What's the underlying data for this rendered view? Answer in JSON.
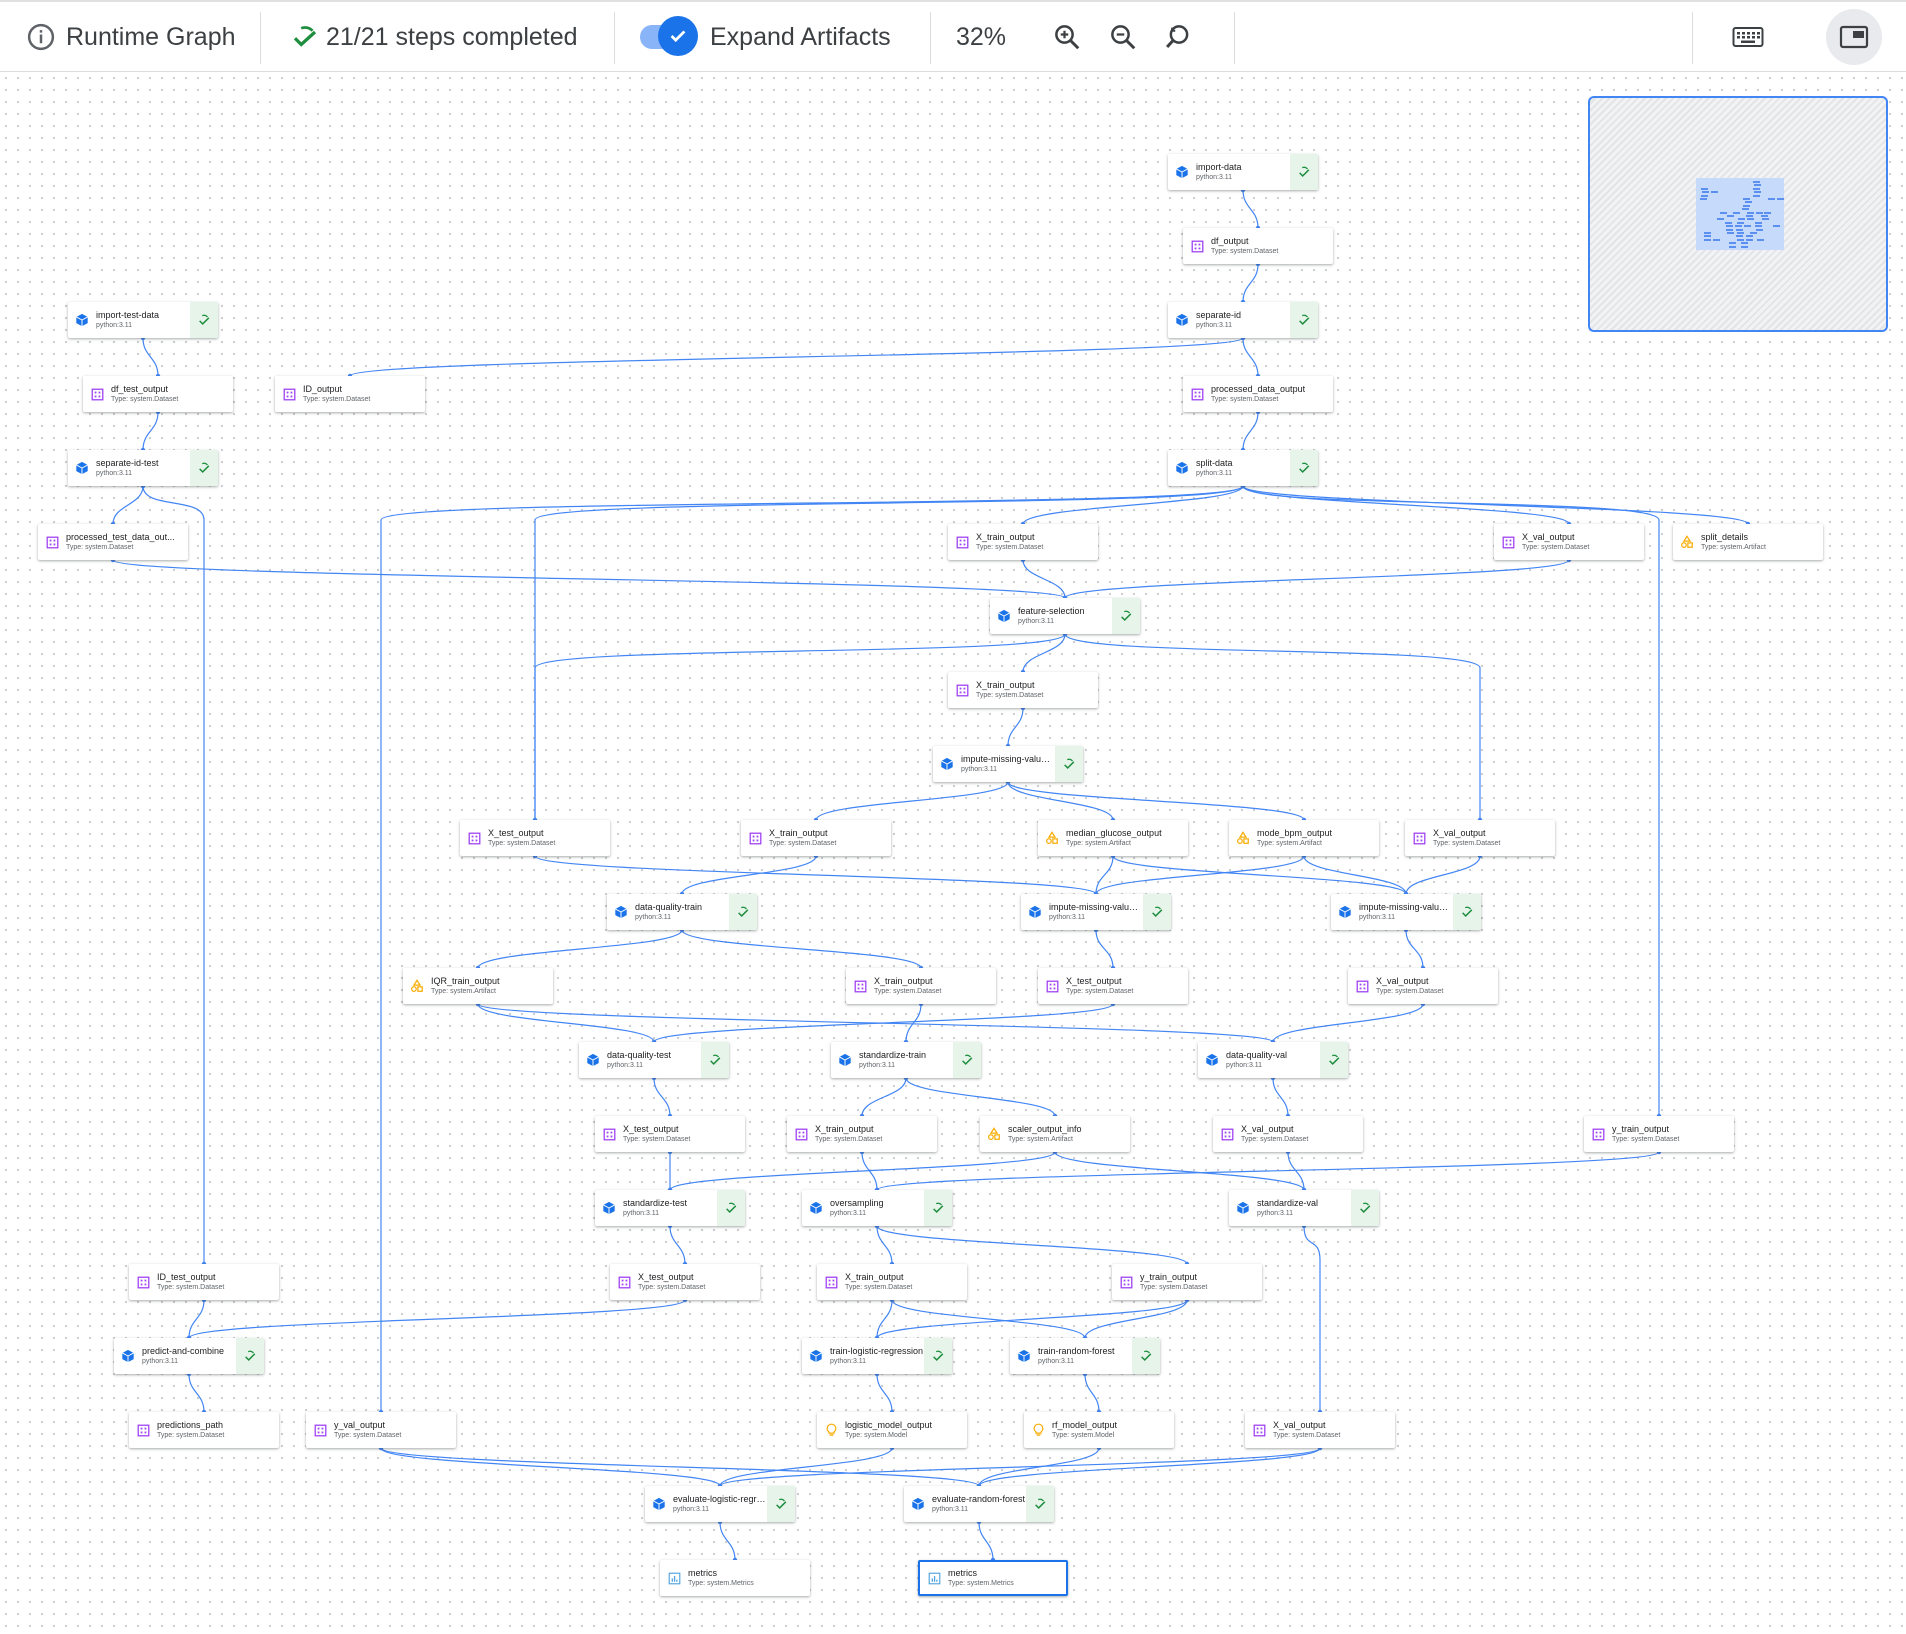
{
  "toolbar": {
    "title": "Runtime Graph",
    "steps_status": "21/21 steps completed",
    "expand_label": "Expand Artifacts",
    "zoom_level": "32%",
    "expand_enabled": true
  },
  "colors": {
    "accent": "#1a73e8",
    "edge": "#4285f4",
    "success": "#1e8e3e",
    "dataset_icon": "#a142f4",
    "artifact_icon": "#f9ab00",
    "status_bg": "#e6f4ea"
  },
  "nodes": [
    {
      "id": "import-data",
      "kind": "exec",
      "label": "import-data",
      "sub": "python:3.11"
    },
    {
      "id": "df_output",
      "kind": "dataset",
      "label": "df_output",
      "sub": "Type: system.Dataset"
    },
    {
      "id": "import-test-data",
      "kind": "exec",
      "label": "import-test-data",
      "sub": "python:3.11"
    },
    {
      "id": "separate-id",
      "kind": "exec",
      "label": "separate-id",
      "sub": "python:3.11"
    },
    {
      "id": "df_test_output",
      "kind": "dataset",
      "label": "df_test_output",
      "sub": "Type: system.Dataset"
    },
    {
      "id": "ID_output",
      "kind": "dataset",
      "label": "ID_output",
      "sub": "Type: system.Dataset"
    },
    {
      "id": "processed_data_output",
      "kind": "dataset",
      "label": "processed_data_output",
      "sub": "Type: system.Dataset"
    },
    {
      "id": "separate-id-test",
      "kind": "exec",
      "label": "separate-id-test",
      "sub": "python:3.11"
    },
    {
      "id": "split-data",
      "kind": "exec",
      "label": "split-data",
      "sub": "python:3.11"
    },
    {
      "id": "processed_test_data_out",
      "kind": "dataset",
      "label": "processed_test_data_out...",
      "sub": "Type: system.Dataset"
    },
    {
      "id": "X_train_output_1",
      "kind": "dataset",
      "label": "X_train_output",
      "sub": "Type: system.Dataset"
    },
    {
      "id": "X_val_output_1",
      "kind": "dataset",
      "label": "X_val_output",
      "sub": "Type: system.Dataset"
    },
    {
      "id": "split_details",
      "kind": "artifact",
      "label": "split_details",
      "sub": "Type: system.Artifact"
    },
    {
      "id": "feature-selection",
      "kind": "exec",
      "label": "feature-selection",
      "sub": "python:3.11"
    },
    {
      "id": "X_train_output_2",
      "kind": "dataset",
      "label": "X_train_output",
      "sub": "Type: system.Dataset"
    },
    {
      "id": "impute-missing-value-train",
      "kind": "exec",
      "label": "impute-missing-value-tra...",
      "sub": "python:3.11"
    },
    {
      "id": "X_test_output_1",
      "kind": "dataset",
      "label": "X_test_output",
      "sub": "Type: system.Dataset"
    },
    {
      "id": "X_train_output_3",
      "kind": "dataset",
      "label": "X_train_output",
      "sub": "Type: system.Dataset"
    },
    {
      "id": "median_glucose_output",
      "kind": "artifact",
      "label": "median_glucose_output",
      "sub": "Type: system.Artifact"
    },
    {
      "id": "mode_bpm_output",
      "kind": "artifact",
      "label": "mode_bpm_output",
      "sub": "Type: system.Artifact"
    },
    {
      "id": "X_val_output_2",
      "kind": "dataset",
      "label": "X_val_output",
      "sub": "Type: system.Dataset"
    },
    {
      "id": "data-quality-train",
      "kind": "exec",
      "label": "data-quality-train",
      "sub": "python:3.11"
    },
    {
      "id": "impute-missing-value-test",
      "kind": "exec",
      "label": "impute-missing-value-test",
      "sub": "python:3.11"
    },
    {
      "id": "impute-missing-value-val",
      "kind": "exec",
      "label": "impute-missing-value-val",
      "sub": "python:3.11"
    },
    {
      "id": "IQR_train_output",
      "kind": "artifact",
      "label": "IQR_train_output",
      "sub": "Type: system.Artifact"
    },
    {
      "id": "X_train_output_4",
      "kind": "dataset",
      "label": "X_train_output",
      "sub": "Type: system.Dataset"
    },
    {
      "id": "X_test_output_2",
      "kind": "dataset",
      "label": "X_test_output",
      "sub": "Type: system.Dataset"
    },
    {
      "id": "X_val_output_3",
      "kind": "dataset",
      "label": "X_val_output",
      "sub": "Type: system.Dataset"
    },
    {
      "id": "data-quality-test",
      "kind": "exec",
      "label": "data-quality-test",
      "sub": "python:3.11"
    },
    {
      "id": "standardize-train",
      "kind": "exec",
      "label": "standardize-train",
      "sub": "python:3.11"
    },
    {
      "id": "data-quality-val",
      "kind": "exec",
      "label": "data-quality-val",
      "sub": "python:3.11"
    },
    {
      "id": "X_test_output_3",
      "kind": "dataset",
      "label": "X_test_output",
      "sub": "Type: system.Dataset"
    },
    {
      "id": "X_train_output_5",
      "kind": "dataset",
      "label": "X_train_output",
      "sub": "Type: system.Dataset"
    },
    {
      "id": "scaler_output_info",
      "kind": "artifact",
      "label": "scaler_output_info",
      "sub": "Type: system.Artifact"
    },
    {
      "id": "X_val_output_4",
      "kind": "dataset",
      "label": "X_val_output",
      "sub": "Type: system.Dataset"
    },
    {
      "id": "y_train_output_1",
      "kind": "dataset",
      "label": "y_train_output",
      "sub": "Type: system.Dataset"
    },
    {
      "id": "standardize-test",
      "kind": "exec",
      "label": "standardize-test",
      "sub": "python:3.11"
    },
    {
      "id": "oversampling",
      "kind": "exec",
      "label": "oversampling",
      "sub": "python:3.11"
    },
    {
      "id": "standardize-val",
      "kind": "exec",
      "label": "standardize-val",
      "sub": "python:3.11"
    },
    {
      "id": "ID_test_output",
      "kind": "dataset",
      "label": "ID_test_output",
      "sub": "Type: system.Dataset"
    },
    {
      "id": "X_test_output_4",
      "kind": "dataset",
      "label": "X_test_output",
      "sub": "Type: system.Dataset"
    },
    {
      "id": "X_train_output_6",
      "kind": "dataset",
      "label": "X_train_output",
      "sub": "Type: system.Dataset"
    },
    {
      "id": "y_train_output_2",
      "kind": "dataset",
      "label": "y_train_output",
      "sub": "Type: system.Dataset"
    },
    {
      "id": "predict-and-combine",
      "kind": "exec",
      "label": "predict-and-combine",
      "sub": "python:3.11"
    },
    {
      "id": "train-logistic-regression",
      "kind": "exec",
      "label": "train-logistic-regression",
      "sub": "python:3.11"
    },
    {
      "id": "train-random-forest",
      "kind": "exec",
      "label": "train-random-forest",
      "sub": "python:3.11"
    },
    {
      "id": "predictions_path",
      "kind": "dataset",
      "label": "predictions_path",
      "sub": "Type: system.Dataset"
    },
    {
      "id": "y_val_output",
      "kind": "dataset",
      "label": "y_val_output",
      "sub": "Type: system.Dataset"
    },
    {
      "id": "logistic_model_output",
      "kind": "model",
      "label": "logistic_model_output",
      "sub": "Type: system.Model"
    },
    {
      "id": "rf_model_output",
      "kind": "model",
      "label": "rf_model_output",
      "sub": "Type: system.Model"
    },
    {
      "id": "X_val_output_5",
      "kind": "dataset",
      "label": "X_val_output",
      "sub": "Type: system.Dataset"
    },
    {
      "id": "evaluate-logistic-regression",
      "kind": "exec",
      "label": "evaluate-logistic-regress...",
      "sub": "python:3.11"
    },
    {
      "id": "evaluate-random-forest",
      "kind": "exec",
      "label": "evaluate-random-forest",
      "sub": "python:3.11"
    },
    {
      "id": "metrics_1",
      "kind": "metrics",
      "label": "metrics",
      "sub": "Type: system.Metrics"
    },
    {
      "id": "metrics_2",
      "kind": "metrics",
      "label": "metrics",
      "sub": "Type: system.Metrics",
      "selected": true
    }
  ],
  "edges": [
    [
      "import-data",
      "df_output"
    ],
    [
      "df_output",
      "separate-id"
    ],
    [
      "import-test-data",
      "df_test_output"
    ],
    [
      "df_test_output",
      "separate-id-test"
    ],
    [
      "separate-id",
      "ID_output"
    ],
    [
      "separate-id",
      "processed_data_output"
    ],
    [
      "processed_data_output",
      "split-data"
    ],
    [
      "separate-id-test",
      "processed_test_data_out"
    ],
    [
      "separate-id-test",
      "ID_test_output"
    ],
    [
      "split-data",
      "X_train_output_1"
    ],
    [
      "split-data",
      "X_val_output_1"
    ],
    [
      "split-data",
      "split_details"
    ],
    [
      "split-data",
      "X_test_output_1"
    ],
    [
      "split-data",
      "y_train_output_1"
    ],
    [
      "split-data",
      "y_val_output"
    ],
    [
      "processed_test_data_out",
      "feature-selection"
    ],
    [
      "X_train_output_1",
      "feature-selection"
    ],
    [
      "X_val_output_1",
      "feature-selection"
    ],
    [
      "feature-selection",
      "X_train_output_2"
    ],
    [
      "feature-selection",
      "X_test_output_1"
    ],
    [
      "feature-selection",
      "X_val_output_2"
    ],
    [
      "X_train_output_2",
      "impute-missing-value-train"
    ],
    [
      "impute-missing-value-train",
      "X_train_output_3"
    ],
    [
      "impute-missing-value-train",
      "median_glucose_output"
    ],
    [
      "impute-missing-value-train",
      "mode_bpm_output"
    ],
    [
      "X_train_output_3",
      "data-quality-train"
    ],
    [
      "X_test_output_1",
      "impute-missing-value-test"
    ],
    [
      "median_glucose_output",
      "impute-missing-value-test"
    ],
    [
      "mode_bpm_output",
      "impute-missing-value-test"
    ],
    [
      "median_glucose_output",
      "impute-missing-value-val"
    ],
    [
      "mode_bpm_output",
      "impute-missing-value-val"
    ],
    [
      "X_val_output_2",
      "impute-missing-value-val"
    ],
    [
      "data-quality-train",
      "IQR_train_output"
    ],
    [
      "data-quality-train",
      "X_train_output_4"
    ],
    [
      "impute-missing-value-test",
      "X_test_output_2"
    ],
    [
      "impute-missing-value-val",
      "X_val_output_3"
    ],
    [
      "IQR_train_output",
      "data-quality-test"
    ],
    [
      "IQR_train_output",
      "data-quality-val"
    ],
    [
      "X_test_output_2",
      "data-quality-test"
    ],
    [
      "X_train_output_4",
      "standardize-train"
    ],
    [
      "X_val_output_3",
      "data-quality-val"
    ],
    [
      "data-quality-test",
      "X_test_output_3"
    ],
    [
      "standardize-train",
      "X_train_output_5"
    ],
    [
      "standardize-train",
      "scaler_output_info"
    ],
    [
      "data-quality-val",
      "X_val_output_4"
    ],
    [
      "X_test_output_3",
      "standardize-test"
    ],
    [
      "scaler_output_info",
      "standardize-test"
    ],
    [
      "scaler_output_info",
      "standardize-val"
    ],
    [
      "X_train_output_5",
      "oversampling"
    ],
    [
      "y_train_output_1",
      "oversampling"
    ],
    [
      "X_val_output_4",
      "standardize-val"
    ],
    [
      "standardize-test",
      "X_test_output_4"
    ],
    [
      "oversampling",
      "X_train_output_6"
    ],
    [
      "oversampling",
      "y_train_output_2"
    ],
    [
      "standardize-val",
      "X_val_output_5"
    ],
    [
      "ID_test_output",
      "predict-and-combine"
    ],
    [
      "X_test_output_4",
      "predict-and-combine"
    ],
    [
      "X_train_output_6",
      "train-logistic-regression"
    ],
    [
      "y_train_output_2",
      "train-logistic-regression"
    ],
    [
      "X_train_output_6",
      "train-random-forest"
    ],
    [
      "y_train_output_2",
      "train-random-forest"
    ],
    [
      "predict-and-combine",
      "predictions_path"
    ],
    [
      "train-logistic-regression",
      "logistic_model_output"
    ],
    [
      "train-random-forest",
      "rf_model_output"
    ],
    [
      "logistic_model_output",
      "evaluate-logistic-regression"
    ],
    [
      "y_val_output",
      "evaluate-logistic-regression"
    ],
    [
      "X_val_output_5",
      "evaluate-logistic-regression"
    ],
    [
      "rf_model_output",
      "evaluate-random-forest"
    ],
    [
      "y_val_output",
      "evaluate-random-forest"
    ],
    [
      "X_val_output_5",
      "evaluate-random-forest"
    ],
    [
      "evaluate-logistic-regression",
      "metrics_1"
    ],
    [
      "evaluate-random-forest",
      "metrics_2"
    ]
  ]
}
